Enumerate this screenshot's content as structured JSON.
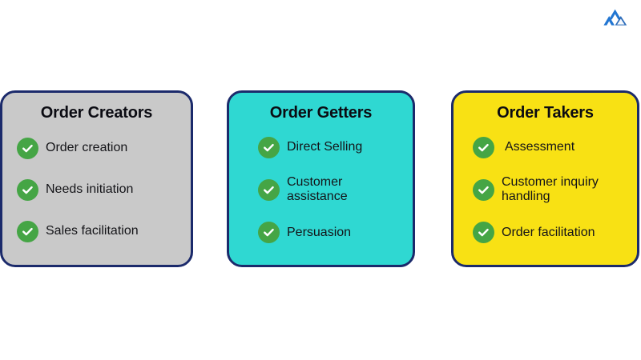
{
  "brand": {
    "logo_icon": "mountain-logo-icon",
    "logo_color": "#2276d2",
    "logo_color_dark": "#1a5fb4"
  },
  "theme": {
    "page_background": "#ffffff",
    "card_border": "#1b2a6b",
    "title_color": "#0b0b12",
    "text_color": "#141418",
    "check_circle": "#45a545",
    "check_mark": "#ffffff"
  },
  "cards": [
    {
      "title": "Order Creators",
      "background": "#c9c9c9",
      "items": [
        {
          "icon": "check-circle-icon",
          "label": "Order creation"
        },
        {
          "icon": "check-circle-icon",
          "label": "Needs initiation"
        },
        {
          "icon": "check-circle-icon",
          "label": "Sales facilitation"
        }
      ]
    },
    {
      "title": "Order Getters",
      "background": "#2fd8d2",
      "items": [
        {
          "icon": "check-circle-icon",
          "label": "Direct Selling"
        },
        {
          "icon": "check-circle-icon",
          "label": "Customer assistance"
        },
        {
          "icon": "check-circle-icon",
          "label": "Persuasion"
        }
      ]
    },
    {
      "title": "Order Takers",
      "background": "#f8e114",
      "items": [
        {
          "icon": "check-circle-icon",
          "label": "Assessment"
        },
        {
          "icon": "check-circle-icon",
          "label": "Customer inquiry handling"
        },
        {
          "icon": "check-circle-icon",
          "label": "Order facilitation"
        }
      ]
    }
  ]
}
